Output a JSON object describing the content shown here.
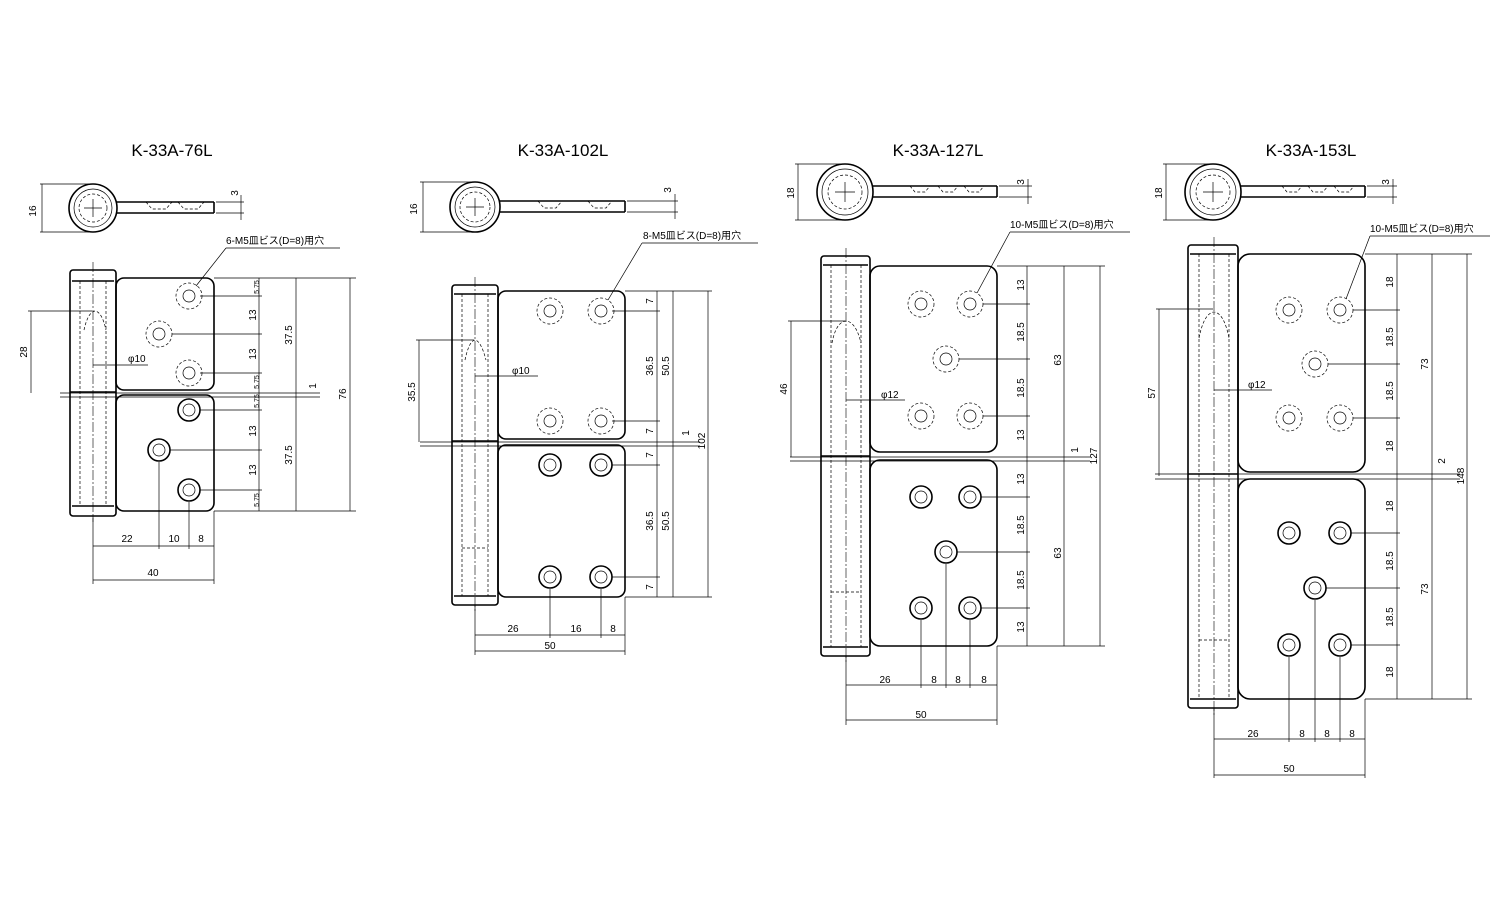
{
  "drawings": [
    {
      "title": "K-33A-76L",
      "note": "6-M5皿ビス(D=8)用穴",
      "pin_diameter": "φ10",
      "top_view": {
        "thickness": "3",
        "diameter": "16"
      },
      "dims": {
        "pin_depth": "28",
        "half": "37.5",
        "total": "76",
        "gap": "1",
        "hole_edge": "5.75",
        "hole_pitch": "13",
        "bottom": [
          "22",
          "10",
          "8"
        ],
        "width": "40"
      }
    },
    {
      "title": "K-33A-102L",
      "note": "8-M5皿ビス(D=8)用穴",
      "pin_diameter": "φ10",
      "top_view": {
        "thickness": "3",
        "diameter": "16"
      },
      "dims": {
        "pin_depth": "35.5",
        "hole_pitch": "36.5",
        "half": "50.5",
        "total": "102",
        "gap": "1",
        "hole_edge": "7",
        "bottom": [
          "26",
          "16",
          "8"
        ],
        "width": "50"
      }
    },
    {
      "title": "K-33A-127L",
      "note": "10-M5皿ビス(D=8)用穴",
      "pin_diameter": "φ12",
      "top_view": {
        "thickness": "3",
        "diameter": "18"
      },
      "dims": {
        "pin_depth": "46",
        "half": "63",
        "total": "127",
        "gap": "1",
        "hole_edge": "13",
        "hole_pitch": "18.5",
        "bottom": [
          "26",
          "8",
          "8",
          "8"
        ],
        "width": "50"
      }
    },
    {
      "title": "K-33A-153L",
      "note": "10-M5皿ビス(D=8)用穴",
      "pin_diameter": "φ12",
      "top_view": {
        "thickness": "3",
        "diameter": "18"
      },
      "dims": {
        "pin_depth": "57",
        "half": "73",
        "total": "148",
        "gap": "2",
        "hole_edge": "18",
        "hole_pitch": "18.5",
        "bottom": [
          "26",
          "8",
          "8",
          "8"
        ],
        "width": "50"
      }
    }
  ]
}
